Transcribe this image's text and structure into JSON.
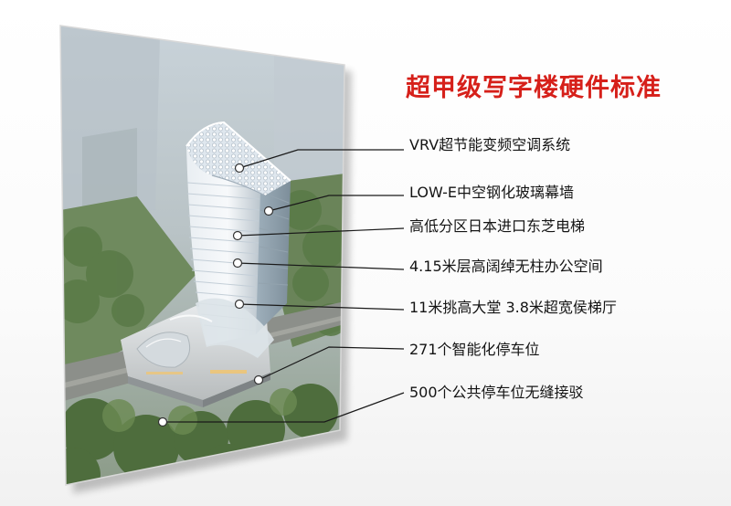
{
  "title": "超甲级写字楼硬件标准",
  "features": [
    "VRV超节能变频空调系统",
    "LOW-E中空钢化玻璃幕墙",
    "高低分区日本进口东芝电梯",
    "4.15米层高阔绰无柱办公空间",
    "11米挑高大堂  3.8米超宽侯梯厅",
    "271个智能化停车位",
    "500个公共停车位无缝接驳"
  ],
  "colors": {
    "title": "#d6201a",
    "text": "#141414",
    "callout_line": "#1a1a1a"
  }
}
